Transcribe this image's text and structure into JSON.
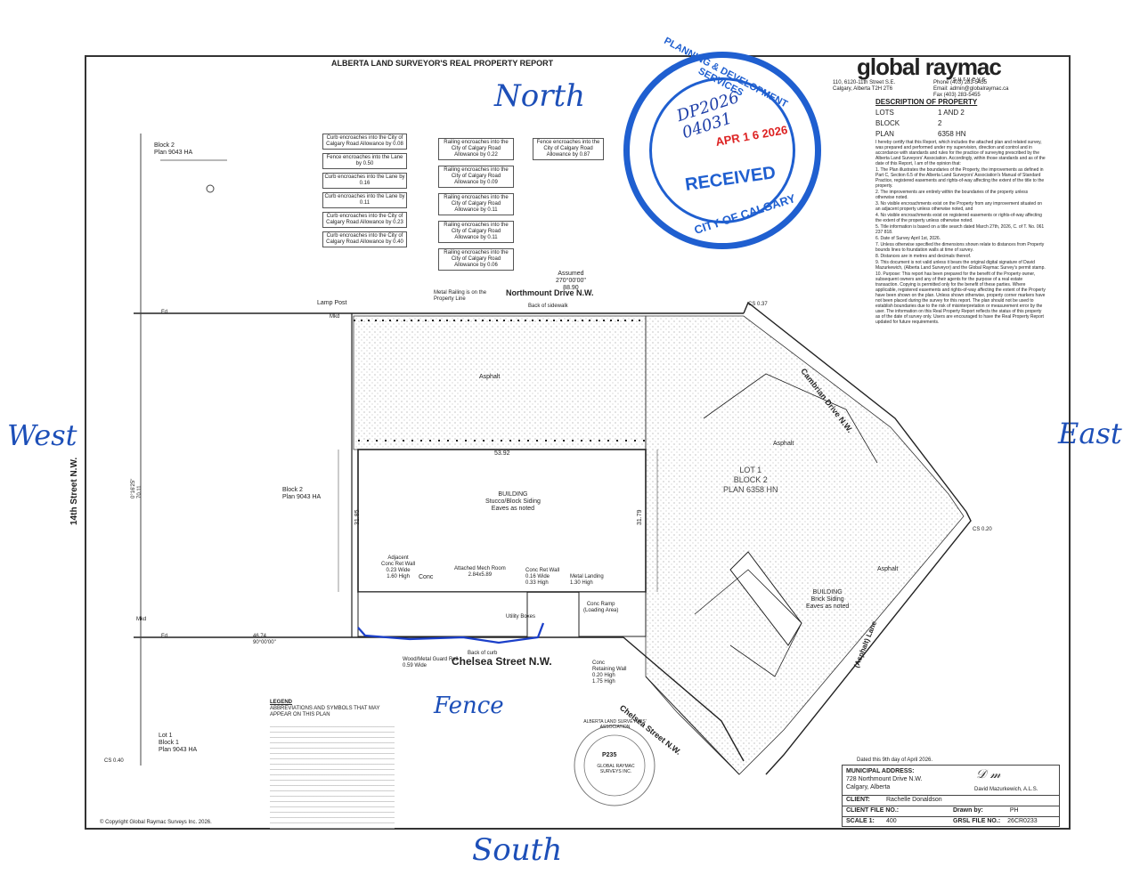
{
  "handwritten": {
    "north": "North",
    "south": "South",
    "east": "East",
    "west": "West",
    "fence": "Fence"
  },
  "report": {
    "title": "ALBERTA LAND SURVEYOR'S REAL PROPERTY REPORT"
  },
  "company": {
    "logo": "global raymac",
    "logo_sub": "surveys",
    "address": "110, 6120-11th Street S.E.\nCalgary, Alberta T2H 2T6",
    "contact": "Phone (403) 283-5455\nEmail: admin@globalraymac.ca\nFax (403) 283-5455"
  },
  "property": {
    "heading": "DESCRIPTION OF PROPERTY",
    "rows": [
      {
        "k": "LOTS",
        "v": "1 AND 2"
      },
      {
        "k": "BLOCK",
        "v": "2"
      },
      {
        "k": "PLAN",
        "v": "6358 HN"
      }
    ]
  },
  "certification": "I hereby certify that this Report, which includes the attached plan and related survey, was prepared and performed under my supervision, direction and control and in accordance with standards and rules for the practice of surveying prescribed by the Alberta Land Surveyors' Association. Accordingly, within those standards and as of the date of this Report, I am of the opinion that:",
  "notes": [
    "1. The Plan illustrates the boundaries of the Property, the improvements as defined in Part C, Section 6.5 of the Alberta Land Surveyors' Association's Manual of Standard Practice, registered easements and rights-of-way affecting the extent of the title to the property.",
    "2. The improvements are entirely within the boundaries of the property unless otherwise noted.",
    "3. No visible encroachments exist on the Property from any improvement situated on an adjacent property unless otherwise noted, and",
    "4. No visible encroachments exist on registered easements or rights-of-way affecting the extent of the property unless otherwise noted.",
    "5. Title information is based on a title search dated March 27th, 2026, C. of T. No. 061 237 818.",
    "6. Date of Survey April 1st, 2026.",
    "7. Unless otherwise specified the dimensions shown relate to distances from Property bounds lines to foundation walls at time of survey.",
    "8. Distances are in metres and decimals thereof.",
    "9. This document is not valid unless it bears the original digital signature of David Mazurkewich, (Alberta Land Surveyor) and the Global Raymac Survey's permit stamp.",
    "10. Purpose: This report has been prepared for the benefit of the Property owner, subsequent owners and any of their agents for the purpose of a real estate transaction. Copying is permitted only for the benefit of these parties. Where applicable, registered easements and rights-of-way affecting the extent of the Property have been shown on the plan. Unless shown otherwise, property corner markers have not been placed during the survey for this report. The plan should not be used to establish boundaries due to the risk of misinterpretation or measurement error by the user. The information on this Real Property Report reflects the status of this property as of the date of survey only. Users are encouraged to have the Real Property Report updated for future requirements."
  ],
  "stamp": {
    "outer_top": "PLANNING & DEVELOPMENT SERVICES",
    "received": "RECEIVED",
    "bottom": "CITY OF CALGARY",
    "dp": "DP2026\n04031",
    "date": "APR 1 6 2026"
  },
  "streets": {
    "north": "Northmount Drive N.W.",
    "south": "Chelsea Street N.W.",
    "west": "14th Street N.W.",
    "east": "Cambrian Drive N.W.",
    "lane": "(Asphalt) Lane",
    "chelsea_diag": "Chelsea Street N.W."
  },
  "plan_labels": {
    "block_center": "LOT 1\nBLOCK 2\nPLAN 6358 HN",
    "building": "BUILDING\nStucco/Block Siding\nEaves as noted",
    "west_block": "Block 2\nPlan 9043 HA",
    "nw_block": "Block 2\nPlan 9043 HA",
    "sw_block": "Lot 1\nBlock 1\nPlan 9043 HA",
    "east_building": "BUILDING\nBrick Siding\nEaves as noted",
    "asphalt": "Asphalt",
    "conc": "Conc",
    "assumed": "Assumed\n270°00'00\"\n88.90",
    "north_dim": "53.92",
    "lamp_post": "Lamp Post",
    "metal_railing": "Metal Railing is on the Property Line",
    "back_sidewalk": "Back of sidewalk",
    "back_curb": "Back of curb",
    "utility": "Utility Boxes",
    "mech": "Attached Mech Room\n2.84x5.89",
    "conc_ramp": "Conc Ramp\n(Loading Area)",
    "metal_landing": "Metal Landing\n1.30 High",
    "conc_rw": "Conc Ret Wall\n0.16 Wide\n0.33 High",
    "adjacent_rw": "Adjacent\nConc Ret Wall\n0.23 Wide\n1.60 High",
    "wood_rail": "Wood/Metal Guard Rail\n0.59 Wide",
    "conc_rw2": "Conc\nRetaining Wall\n0.20 High\n1.75 High",
    "west_dim": "31.85",
    "east_dim": "31.79",
    "bearing_w": "0°16'25\"\n70.11",
    "bearing_south": "46.74\n90°00'00\"",
    "fd": "Fd",
    "mkd": "Mkd",
    "cs020": "CS 0.20",
    "cs040": "CS 0.40",
    "cs037": "CS 0.37"
  },
  "encroach_left": [
    "Curb encroaches into the City of Calgary Road Allowance by 0.08",
    "Fence encroaches into the Lane by 0.50",
    "Curb encroaches into the Lane by 0.16",
    "Curb encroaches into the Lane by 0.11",
    "Curb encroaches into the City of Calgary Road Allowance by 0.23",
    "Curb encroaches into the City of Calgary Road Allowance by 0.40"
  ],
  "encroach_mid": [
    "Railing encroaches into the City of Calgary Road Allowance by 0.22",
    "Railing encroaches into the City of Calgary Road Allowance by 0.09",
    "Railing encroaches into the City of Calgary Road Allowance by 0.11",
    "Railing encroaches into the City of Calgary Road Allowance by 0.11",
    "Railing encroaches into the City of Calgary Road Allowance by 0.06"
  ],
  "encroach_right": "Fence encroaches into the City of Calgary Road Allowance by 0.87",
  "legend": {
    "heading": "LEGEND",
    "sub": "ABBREVIATIONS AND SYMBOLS THAT MAY APPEAR ON THIS PLAN"
  },
  "seal": {
    "text": "ALBERTA LAND SURVEYORS' ASSOCIATION",
    "permit": "P235",
    "company": "GLOBAL RAYMAC SURVEYS INC."
  },
  "dated": "Dated this 9th day of April 2026.",
  "municipal": {
    "label": "MUNICIPAL ADDRESS:",
    "line1": "728 Northmount Drive N.W.",
    "line2": "Calgary, Alberta"
  },
  "surveyor": "David Mazurkewich, A.L.S.",
  "client": {
    "label": "CLIENT:",
    "value": "Rachelle Donaldson"
  },
  "client_file": {
    "label": "CLIENT FILE NO.:",
    "value": ""
  },
  "drawn_by": {
    "label": "Drawn by:",
    "value": "PH"
  },
  "scale": {
    "label": "SCALE 1:",
    "value": "400"
  },
  "grsl_file": {
    "label": "GRSL FILE NO.:",
    "value": "26CR0233"
  },
  "copyright": "© Copyright Global Raymac Surveys Inc. 2026."
}
